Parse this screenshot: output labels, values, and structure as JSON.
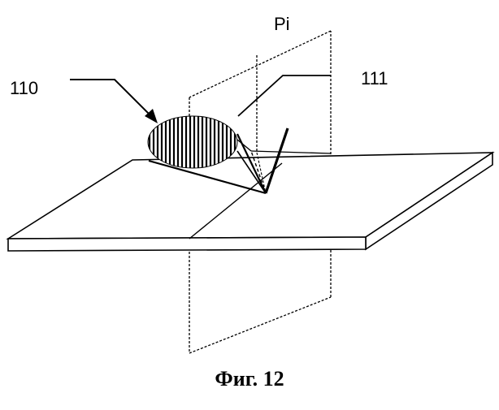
{
  "labels": {
    "beam": "110",
    "reflection": "111",
    "plane": "Pi"
  },
  "caption": "Фиг. 12"
}
